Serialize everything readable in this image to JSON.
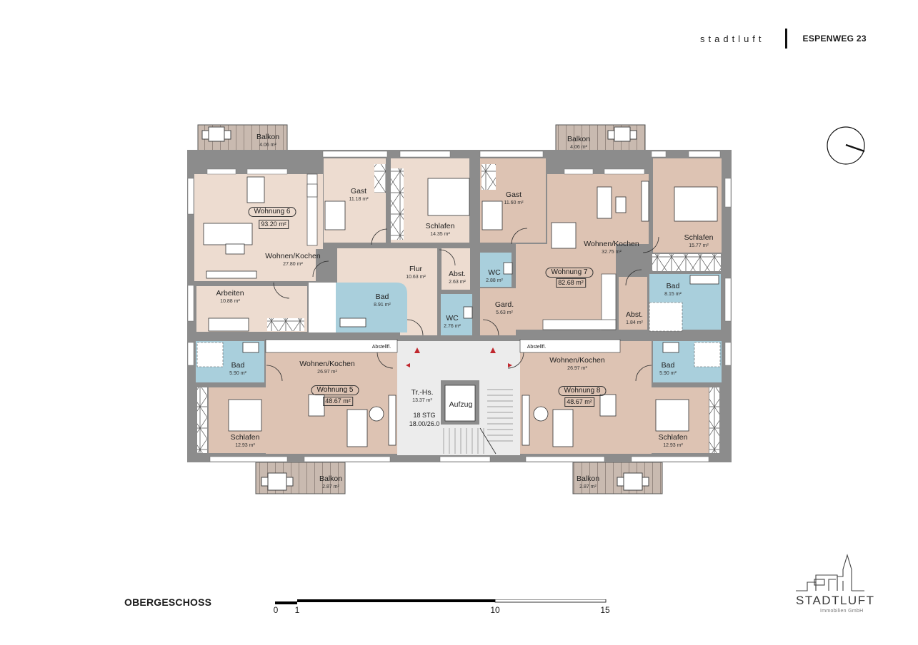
{
  "header": {
    "brand": "stadtluft",
    "address": "ESPENWEG 23"
  },
  "floor": {
    "label": "OBERGESCHOSS"
  },
  "scale": {
    "ticks": [
      "0",
      "1",
      "10",
      "15"
    ],
    "unit": "m"
  },
  "logo": {
    "name": "STADTLUFT",
    "subtitle": "Immobilien GmbH"
  },
  "colors": {
    "wall": "#8c8c8c",
    "living": "#eddcd0",
    "living_dark": "#ddc3b3",
    "bath": "#a9cfdc",
    "stair": "#ececec",
    "balcony": "#c8b8ae",
    "arrow": "#c0272d"
  },
  "units": [
    {
      "id": "wohnung-6",
      "tag": "Wohnung 6",
      "area": "93.20 m²",
      "rooms": [
        {
          "name": "Balkon",
          "area": "4.06 m²"
        },
        {
          "name": "Wohnen/Kochen",
          "area": "27.80 m²"
        },
        {
          "name": "Gast",
          "area": "11.18 m²"
        },
        {
          "name": "Schlafen",
          "area": "14.35 m²"
        },
        {
          "name": "Flur",
          "area": "10.63 m²"
        },
        {
          "name": "Abst.",
          "area": "2.63 m²"
        },
        {
          "name": "WC",
          "area": "2.76 m²"
        },
        {
          "name": "Arbeiten",
          "area": "10.88 m²"
        },
        {
          "name": "Bad",
          "area": "8.91 m²"
        }
      ]
    },
    {
      "id": "wohnung-7",
      "tag": "Wohnung 7",
      "area": "82.68 m²",
      "rooms": [
        {
          "name": "Balkon",
          "area": "4.06 m²"
        },
        {
          "name": "Gast",
          "area": "11.60 m²"
        },
        {
          "name": "Wohnen/Kochen",
          "area": "32.75 m²"
        },
        {
          "name": "Schlafen",
          "area": "15.77 m²"
        },
        {
          "name": "WC",
          "area": "2.88 m²"
        },
        {
          "name": "Gard.",
          "area": "5.63 m²"
        },
        {
          "name": "Abst.",
          "area": "1.84 m²"
        },
        {
          "name": "Bad",
          "area": "8.15 m²"
        }
      ]
    },
    {
      "id": "wohnung-5",
      "tag": "Wohnung 5",
      "area": "48.67 m²",
      "rooms": [
        {
          "name": "Bad",
          "area": "5.90 m²"
        },
        {
          "name": "Wohnen/Kochen",
          "area": "26.97 m²"
        },
        {
          "name": "Schlafen",
          "area": "12.93 m²"
        },
        {
          "name": "Balkon",
          "area": "2.87 m²"
        },
        {
          "name": "Abstellfl.",
          "area": ""
        }
      ]
    },
    {
      "id": "wohnung-8",
      "tag": "Wohnung 8",
      "area": "48.67 m²",
      "rooms": [
        {
          "name": "Bad",
          "area": "5.90 m²"
        },
        {
          "name": "Wohnen/Kochen",
          "area": "26.97 m²"
        },
        {
          "name": "Schlafen",
          "area": "12.93 m²"
        },
        {
          "name": "Balkon",
          "area": "2.87 m²"
        },
        {
          "name": "Abstellfl.",
          "area": ""
        }
      ]
    }
  ],
  "core": {
    "stair_name": "Tr.-Hs.",
    "stair_area": "13.37 m²",
    "steps": "18 STG",
    "step_ratio": "18.00/26.0",
    "elevator": "Aufzug"
  }
}
